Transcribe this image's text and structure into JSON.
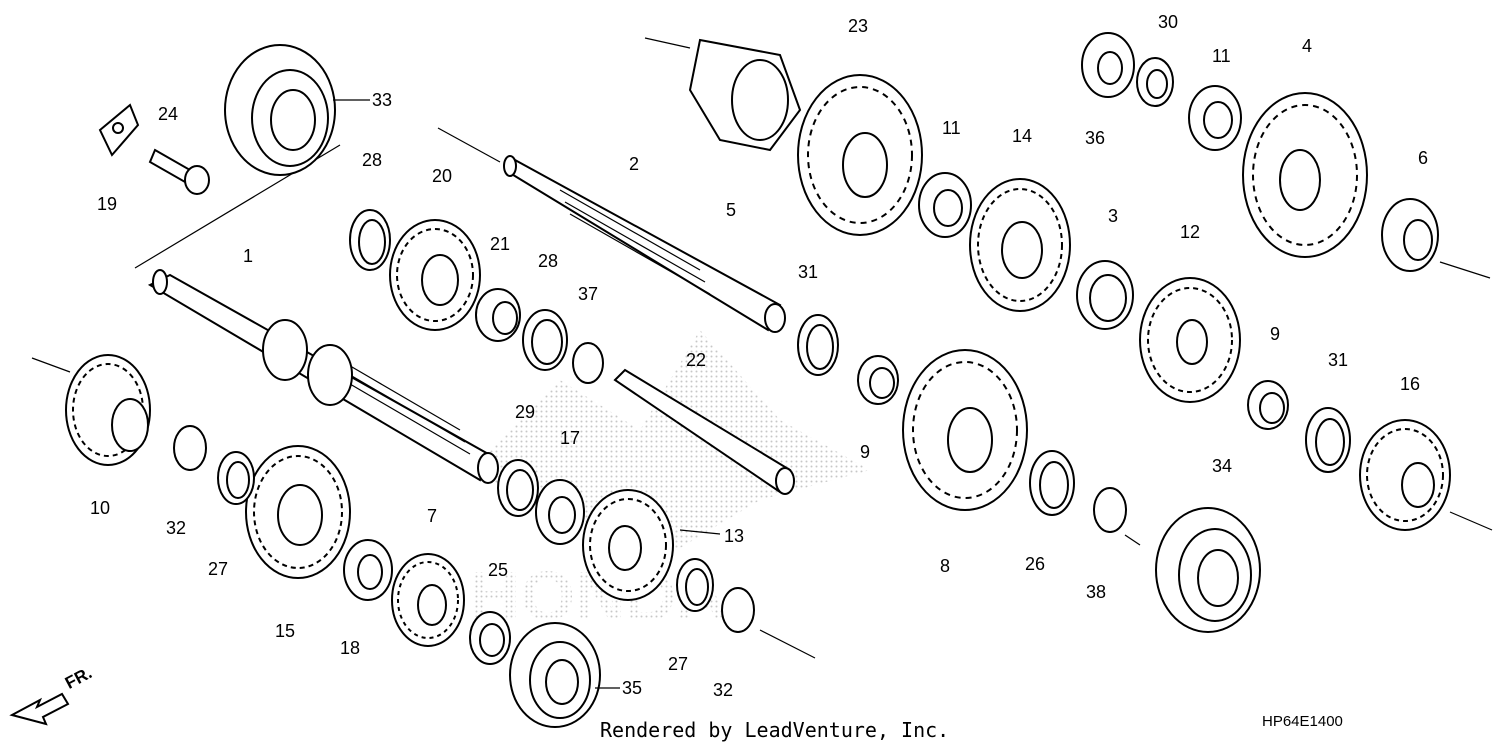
{
  "diagram": {
    "callouts": [
      "1",
      "2",
      "3",
      "4",
      "5",
      "6",
      "7",
      "8",
      "9",
      "9",
      "10",
      "11",
      "11",
      "12",
      "13",
      "14",
      "15",
      "16",
      "17",
      "18",
      "19",
      "20",
      "21",
      "22",
      "23",
      "24",
      "25",
      "26",
      "27",
      "27",
      "28",
      "28",
      "29",
      "30",
      "31",
      "31",
      "32",
      "32",
      "33",
      "34",
      "35",
      "36",
      "37",
      "38"
    ],
    "watermark_color": "#bdbdbd"
  },
  "footer": {
    "credit": "Rendered by LeadVenture, Inc.",
    "diagram_code": "HP64E1400",
    "direction_label": "FR."
  }
}
